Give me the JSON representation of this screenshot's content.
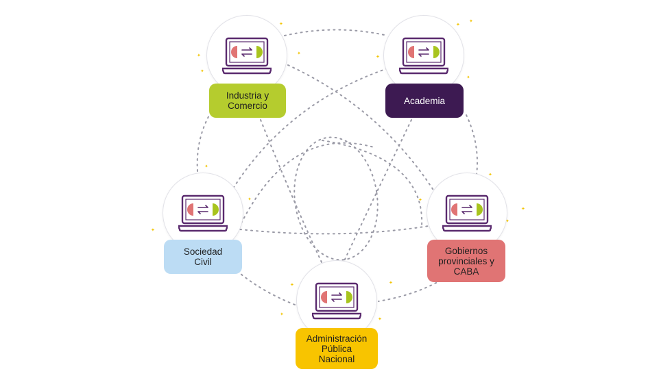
{
  "nodes": [
    {
      "id": "industria",
      "label": "Industria y\nComercio",
      "color": "#b5cc2e",
      "text_color": "#1f1f1f"
    },
    {
      "id": "academia",
      "label": "Academia",
      "color": "#3d1a52",
      "text_color": "#ffffff"
    },
    {
      "id": "sociedad",
      "label": "Sociedad\nCivil",
      "color": "#bcdcf4",
      "text_color": "#1f1f1f"
    },
    {
      "id": "gobiernos",
      "label": "Gobiernos\nprovinciales y\nCABA",
      "color": "#e07474",
      "text_color": "#1f1f1f"
    },
    {
      "id": "administracion",
      "label": "Administración\nPública\nNacional",
      "color": "#f8c400",
      "text_color": "#1f1f1f"
    }
  ],
  "icon": {
    "name": "laptop-exchange-icon",
    "frame_color": "#5a2a6e",
    "left_color": "#e07474",
    "right_color": "#a8c41e",
    "arrow_color": "#5a2a6e"
  },
  "link_color": "#9a9aa6"
}
